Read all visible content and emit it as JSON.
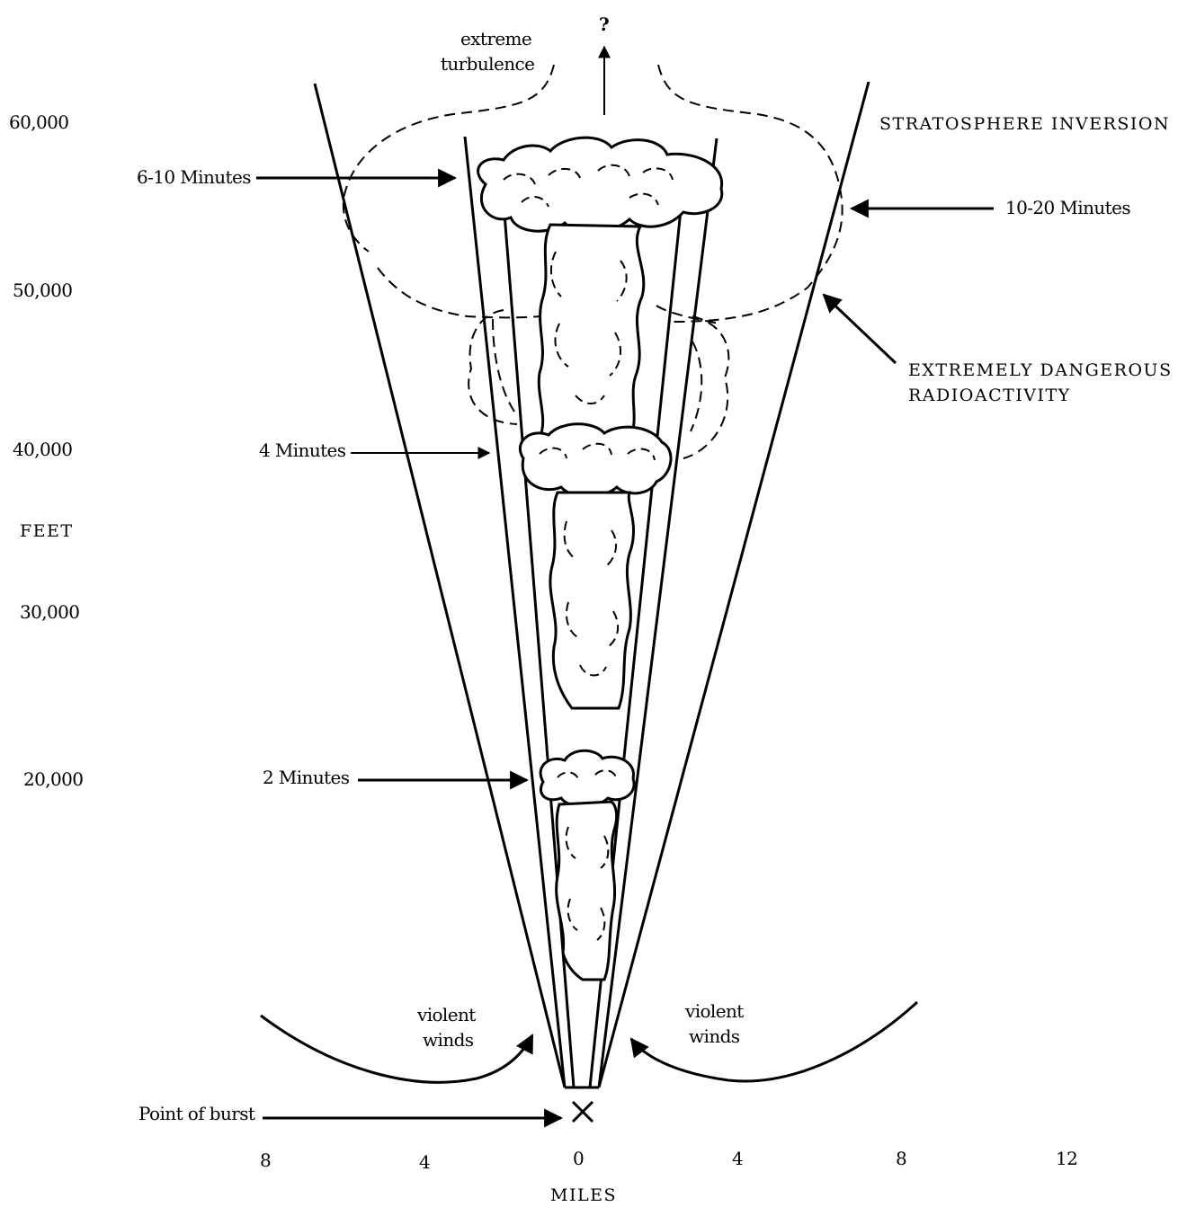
{
  "altitude_axis": {
    "unit_label": "FEET",
    "ticks": [
      "60,000",
      "50,000",
      "40,000",
      "30,000",
      "20,000"
    ]
  },
  "distance_axis": {
    "unit_label": "MILES",
    "ticks": [
      "8",
      "4",
      "0",
      "4",
      "8",
      "12"
    ]
  },
  "labels": {
    "extreme_turbulence": [
      "extreme",
      "turbulence"
    ],
    "question_mark": "?",
    "stratosphere_inversion": "STRATOSPHERE INVERSION",
    "dangerous_radioactivity": [
      "EXTREMELY DANGEROUS",
      "RADIOACTIVITY"
    ],
    "violent_winds_left": [
      "violent",
      "winds"
    ],
    "violent_winds_right": [
      "violent",
      "winds"
    ],
    "point_of_burst": "Point of burst",
    "burst_marker": "X"
  },
  "time_markers": {
    "six_ten": "6-10 Minutes",
    "ten_twenty": "10-20 Minutes",
    "four": "4 Minutes",
    "two": "2 Minutes"
  }
}
